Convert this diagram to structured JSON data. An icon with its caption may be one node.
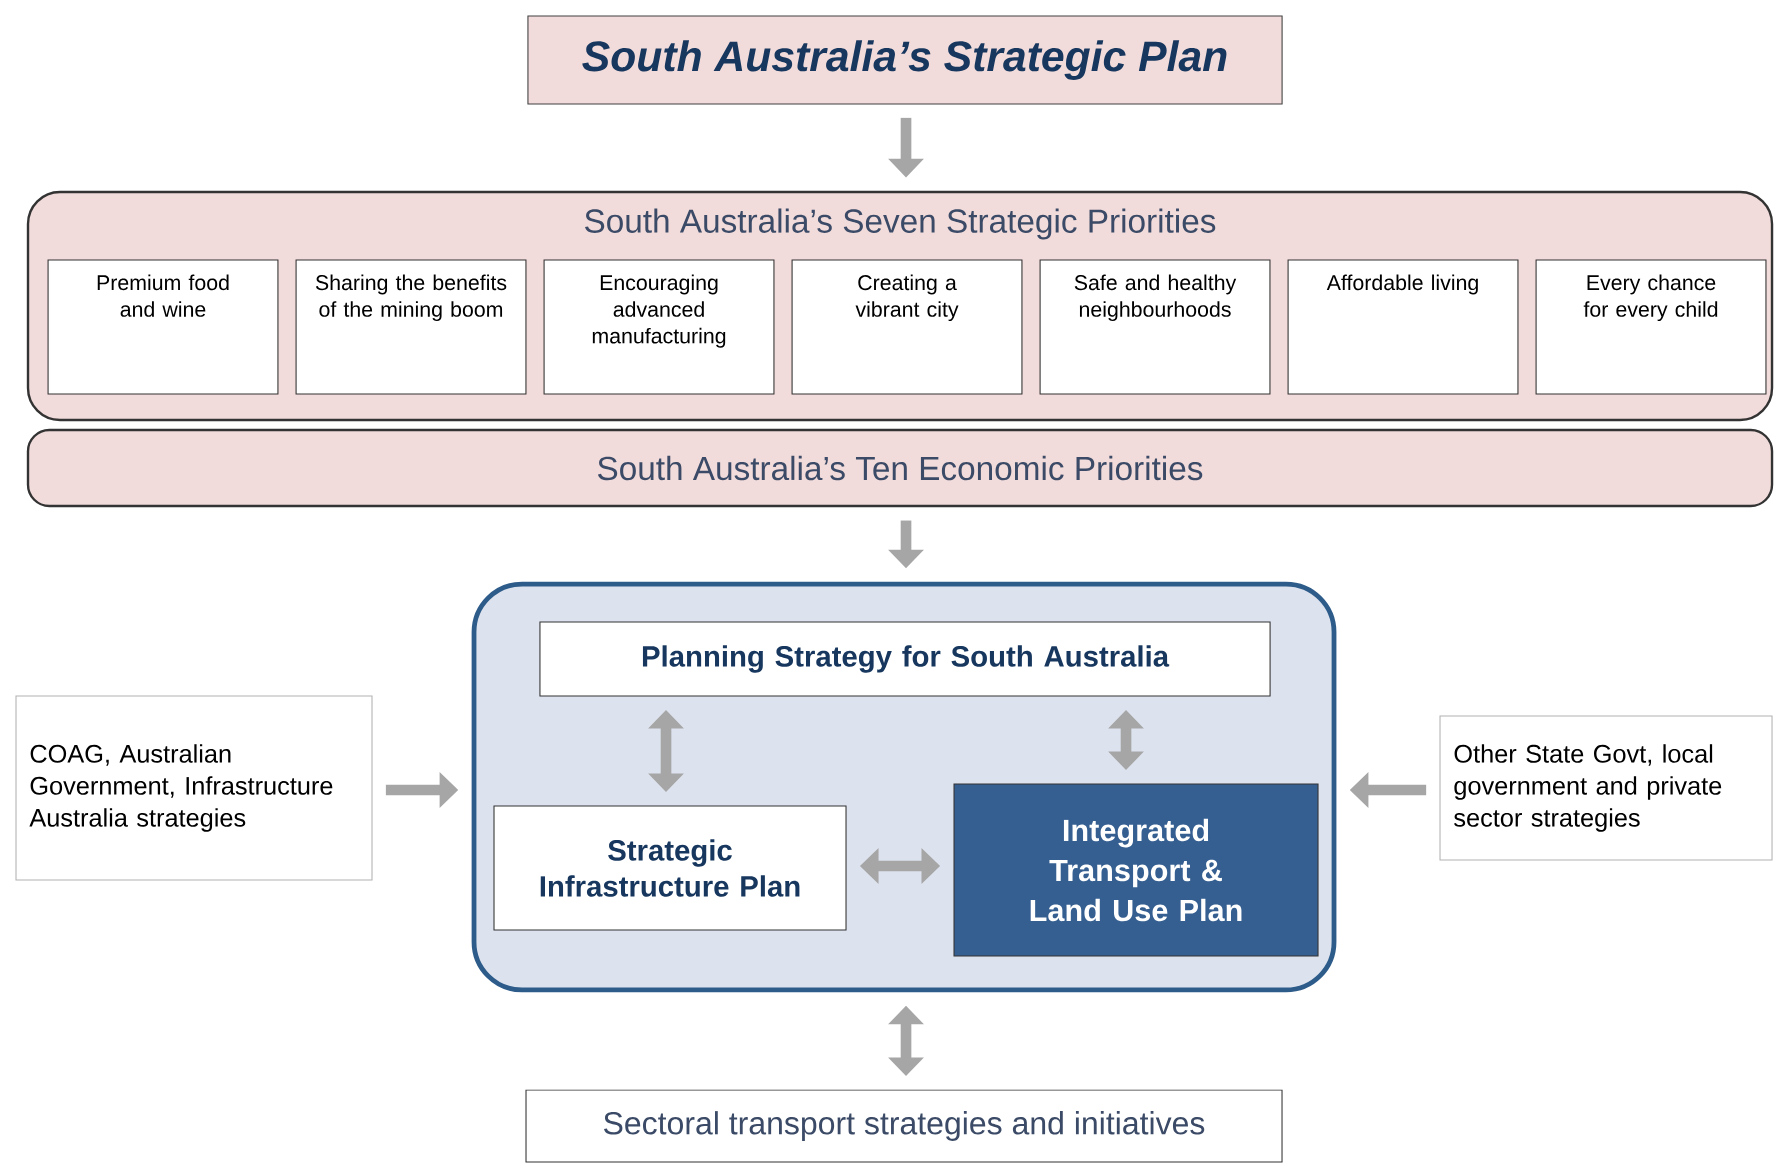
{
  "diagram": {
    "nodes": [
      {
        "text": [
          "South Australia’s Strategic Plan"
        ]
      },
      {
        "text": [
          "South Australia’s Seven Strategic Priorities"
        ]
      },
      {
        "text": [
          "Premium food and wine"
        ],
        "in": 1
      },
      {
        "text": [
          "Sharing the benefits of the mining boom"
        ],
        "in": 1
      },
      {
        "text": [
          "Encouraging advanced manufacturing"
        ],
        "in": 1
      },
      {
        "text": [
          "Creating a vibrant city"
        ],
        "in": 1
      },
      {
        "text": [
          "Safe and healthy neighbourhoods"
        ],
        "in": 1
      },
      {
        "text": [
          "Affordable living"
        ],
        "in": 1
      },
      {
        "text": [
          "Every chance for every child"
        ],
        "in": 1
      },
      {
        "text": [
          "South Australia’s Ten Economic Priorities"
        ]
      },
      {
        "text": [],
        "shape": "box"
      },
      {
        "text": [
          "Planning Strategy for South Australia"
        ],
        "in": 10
      },
      {
        "text": [
          "Strategic Infrastructure Plan"
        ],
        "in": 10
      },
      {
        "text": [
          "Integrated Transport & Land Use Plan"
        ],
        "in": 10
      },
      {
        "text": [
          "COAG, Australian Government, Infrastructure Australia strategies"
        ]
      },
      {
        "text": [
          "Other State Govt, local government and private sector strategies"
        ]
      },
      {
        "text": [
          "Sectoral transport strategies and initiatives"
        ]
      }
    ],
    "edges": [
      {
        "from": 0,
        "to": 1,
        "arrow": "to"
      },
      {
        "from": 9,
        "to": 10,
        "arrow": "to"
      },
      {
        "from": 11,
        "to": 12,
        "arrow": "both"
      },
      {
        "from": 11,
        "to": 13,
        "arrow": "both"
      },
      {
        "from": 12,
        "to": 13,
        "arrow": "both"
      },
      {
        "from": 14,
        "to": 10,
        "arrow": "to"
      },
      {
        "from": 15,
        "to": 10,
        "arrow": "to"
      },
      {
        "from": 10,
        "to": 16,
        "arrow": "both"
      }
    ]
  }
}
